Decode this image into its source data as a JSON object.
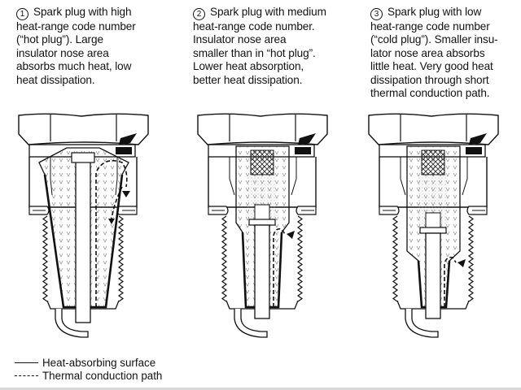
{
  "diagram": {
    "subject": "Spark plug heat ranges",
    "panels": [
      {
        "number": "1",
        "title": "Spark plug with high heat-range code number (“hot plug”)",
        "caption": "Spark plug with high\nheat-range code number\n(“hot plug”). Large\ninsulator nose area\nabsorbs much heat, low\nheat dissipation.",
        "insulator_nose": "large"
      },
      {
        "number": "2",
        "title": "Spark plug with medium heat-range code number",
        "caption": "Spark plug with medium\nheat-range code number.\nInsulator nose area\nsmaller than in “hot plug”.\nLower heat absorption,\nbetter heat dissipation.",
        "insulator_nose": "medium"
      },
      {
        "number": "3",
        "title": "Spark plug with low heat-range code number (“cold plug”)",
        "caption": "Spark plug with low\nheat-range code number\n(“cold plug”). Smaller insu-\nlator nose area absorbs\nlittle heat. Very good heat\ndissipation through short\nthermal conduction path.",
        "insulator_nose": "small"
      }
    ],
    "legend": [
      {
        "style": "solid",
        "label": "Heat-absorbing surface"
      },
      {
        "style": "dashed",
        "label": "Thermal conduction path"
      }
    ],
    "colors": {
      "ink": "#111111",
      "background": "#ffffff",
      "fill_hatch": "#9a9a9a"
    }
  }
}
